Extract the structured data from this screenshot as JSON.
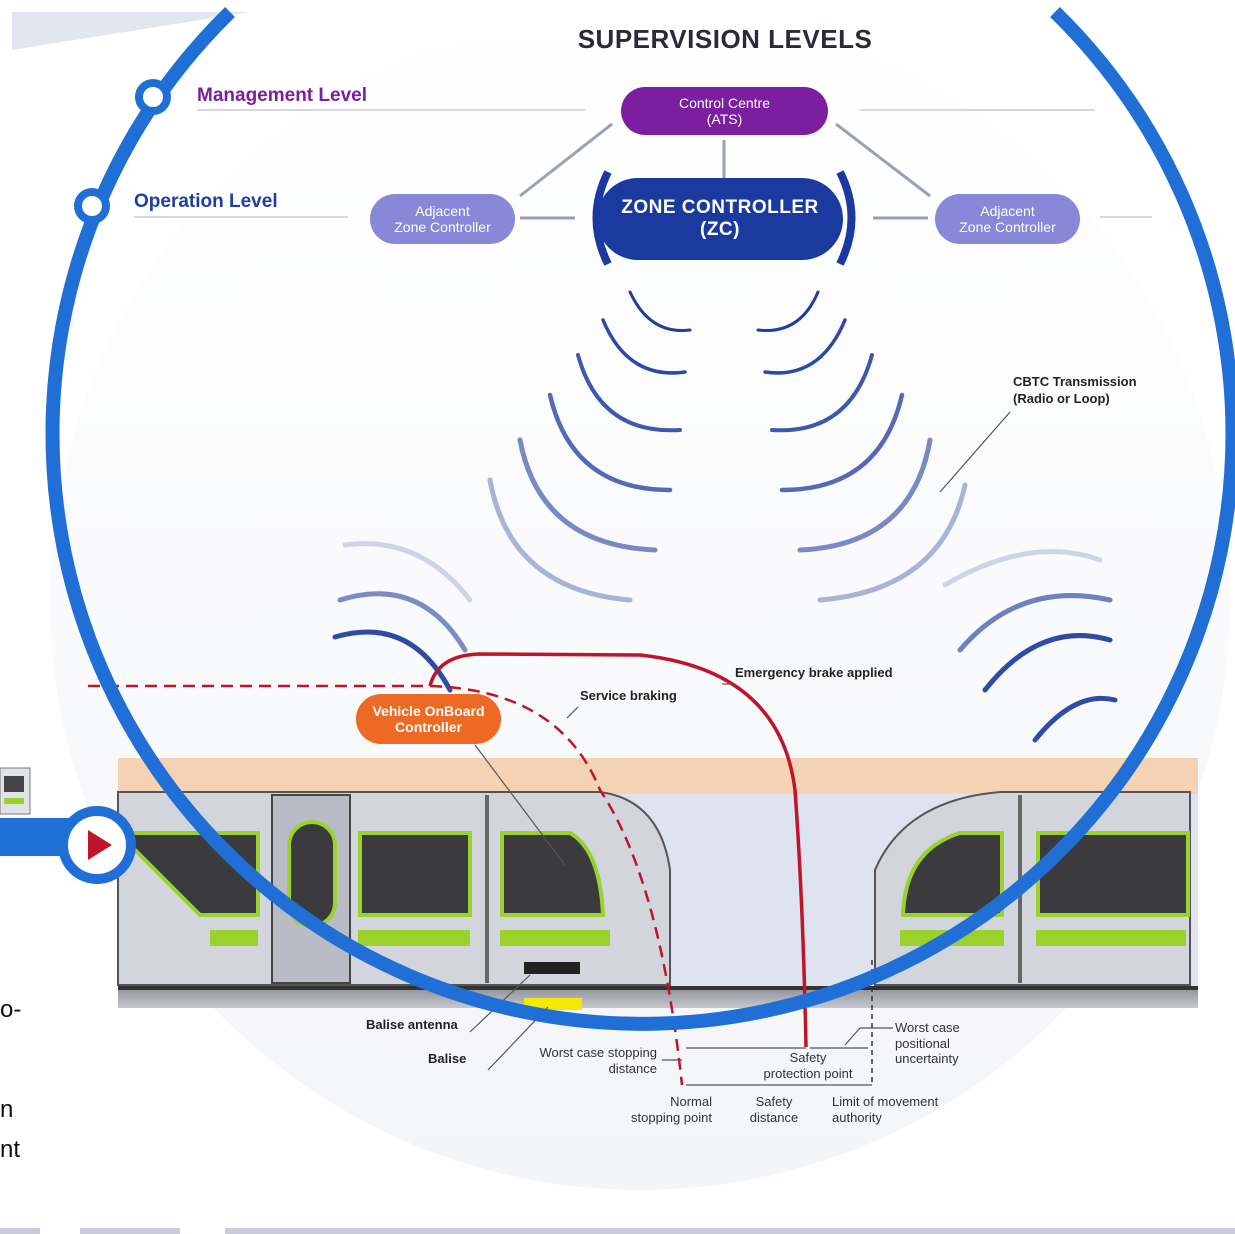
{
  "title": "SUPERVISION LEVELS",
  "levels": {
    "management": "Management Level",
    "operation": "Operation Level"
  },
  "boxes": {
    "control_centre": [
      "Control Centre",
      "(ATS)"
    ],
    "zone_controller": [
      "ZONE CONTROLLER",
      "(ZC)"
    ],
    "adjacent_left": [
      "Adjacent",
      "Zone Controller"
    ],
    "adjacent_right": [
      "Adjacent",
      "Zone Controller"
    ],
    "vehicle_onboard": [
      "Vehicle OnBoard",
      "Controller"
    ]
  },
  "annotations": {
    "cbtc": [
      "CBTC Transmission",
      "(Radio or Loop)"
    ],
    "emergency_brake": "Emergency brake applied",
    "service_braking": "Service braking",
    "balise_antenna": "Balise antenna",
    "balise": "Balise",
    "worst_case_stopping": [
      "Worst case stopping",
      "distance"
    ],
    "safety_protection_point": [
      "Safety",
      "protection point"
    ],
    "worst_case_positional": [
      "Worst case",
      "positional",
      "uncertainty"
    ],
    "normal_stopping_point": [
      "Normal",
      "stopping point"
    ],
    "safety_distance": [
      "Safety",
      "distance"
    ],
    "limit_movement_authority": [
      "Limit of movement",
      "authority"
    ]
  },
  "side_text": [
    "o-",
    "n",
    "nt"
  ],
  "colors": {
    "frame_blue": "#1f6fd6",
    "management_purple": "#7c1ea0",
    "operation_blue": "#1d3fa0",
    "zone_controller": "#1b3aa0",
    "adjacent_zc": "#8887d8",
    "onboard_orange": "#ec6a24",
    "brake_red": "#c0142a",
    "train_green": "#9ad12b",
    "platform_peach": "#f6d2b4"
  }
}
